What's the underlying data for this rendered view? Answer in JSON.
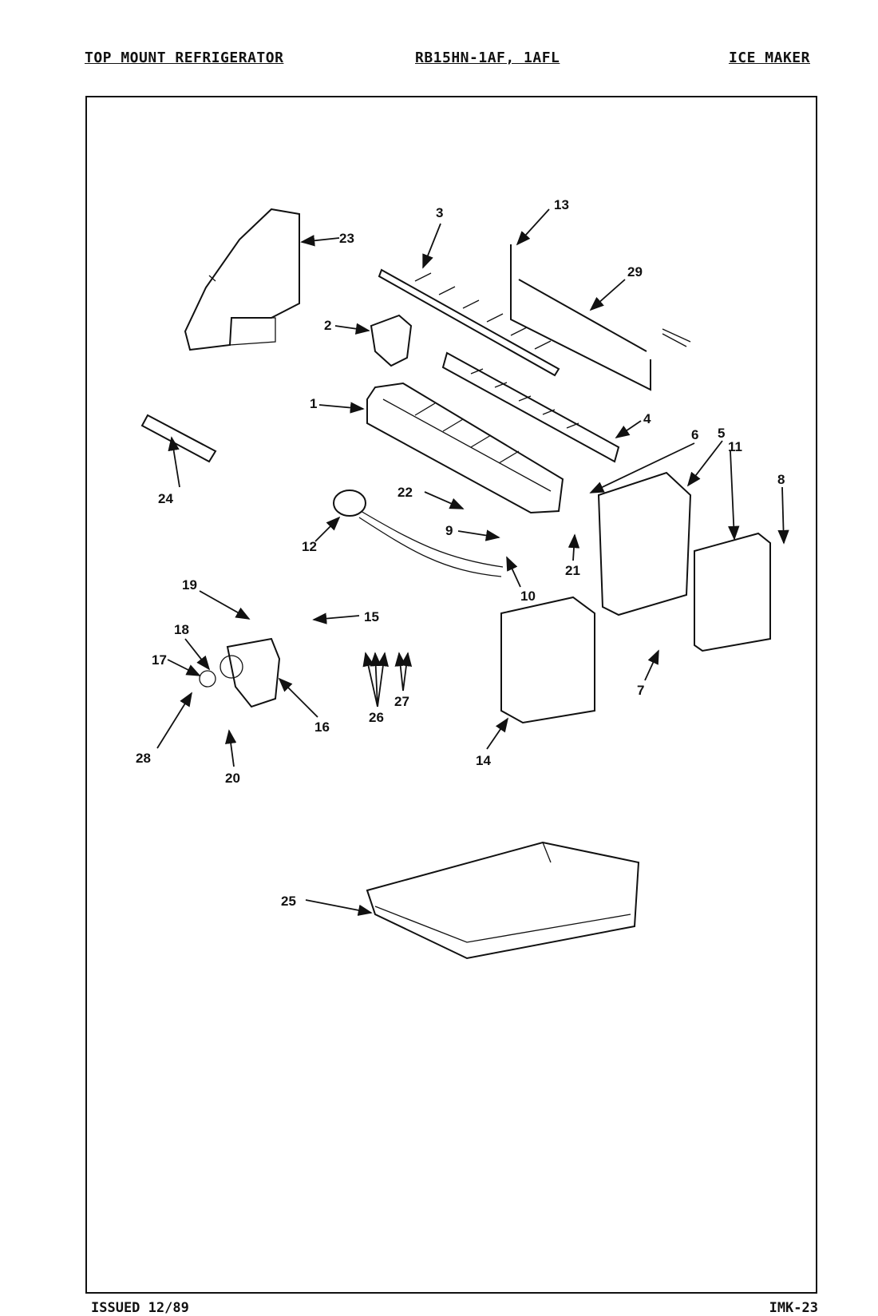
{
  "header": {
    "left": "TOP MOUNT REFRIGERATOR",
    "center": "RB15HN-1AF, 1AFL",
    "right": "ICE MAKER"
  },
  "footer": {
    "left": "ISSUED 12/89",
    "right": "IMK-23"
  },
  "callouts": [
    "1",
    "2",
    "3",
    "4",
    "5",
    "6",
    "7",
    "8",
    "9",
    "10",
    "11",
    "12",
    "13",
    "14",
    "15",
    "16",
    "17",
    "18",
    "19",
    "20",
    "21",
    "22",
    "23",
    "24",
    "25",
    "26",
    "27",
    "28",
    "29"
  ]
}
